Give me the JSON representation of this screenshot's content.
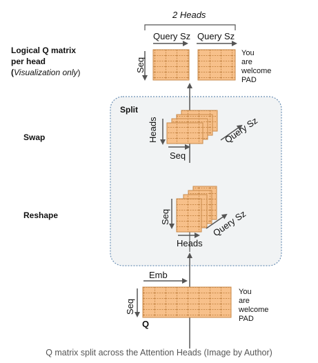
{
  "side_labels": {
    "logical_line1": "Logical Q matrix",
    "logical_line2": "per head",
    "logical_paren_open": "(",
    "logical_italic": "Visualization only",
    "logical_paren_close": ")",
    "swap": "Swap",
    "reshape": "Reshape"
  },
  "top": {
    "heads_title": "2 Heads",
    "query_sz_1": "Query Sz",
    "query_sz_2": "Query Sz",
    "seq": "Seq",
    "tokens": [
      "You",
      "are",
      "welcome",
      "PAD"
    ]
  },
  "split_box": {
    "title": "Split",
    "swap": {
      "heads": "Heads",
      "seq": "Seq",
      "query_sz": "Query Sz"
    },
    "reshape": {
      "seq": "Seq",
      "heads": "Heads",
      "query_sz": "Query Sz"
    }
  },
  "bottom": {
    "emb": "Emb",
    "seq": "Seq",
    "q": "Q",
    "tokens": [
      "You",
      "are",
      "welcome",
      "PAD"
    ]
  },
  "caption": "Q matrix split across the Attention Heads (Image by Author)",
  "colors": {
    "cell_fill": "#f7c08a",
    "cell_border": "#c98a4a",
    "box_fill": "#f1f3f4",
    "box_border": "#6a8fb5",
    "arrow": "#555555"
  }
}
